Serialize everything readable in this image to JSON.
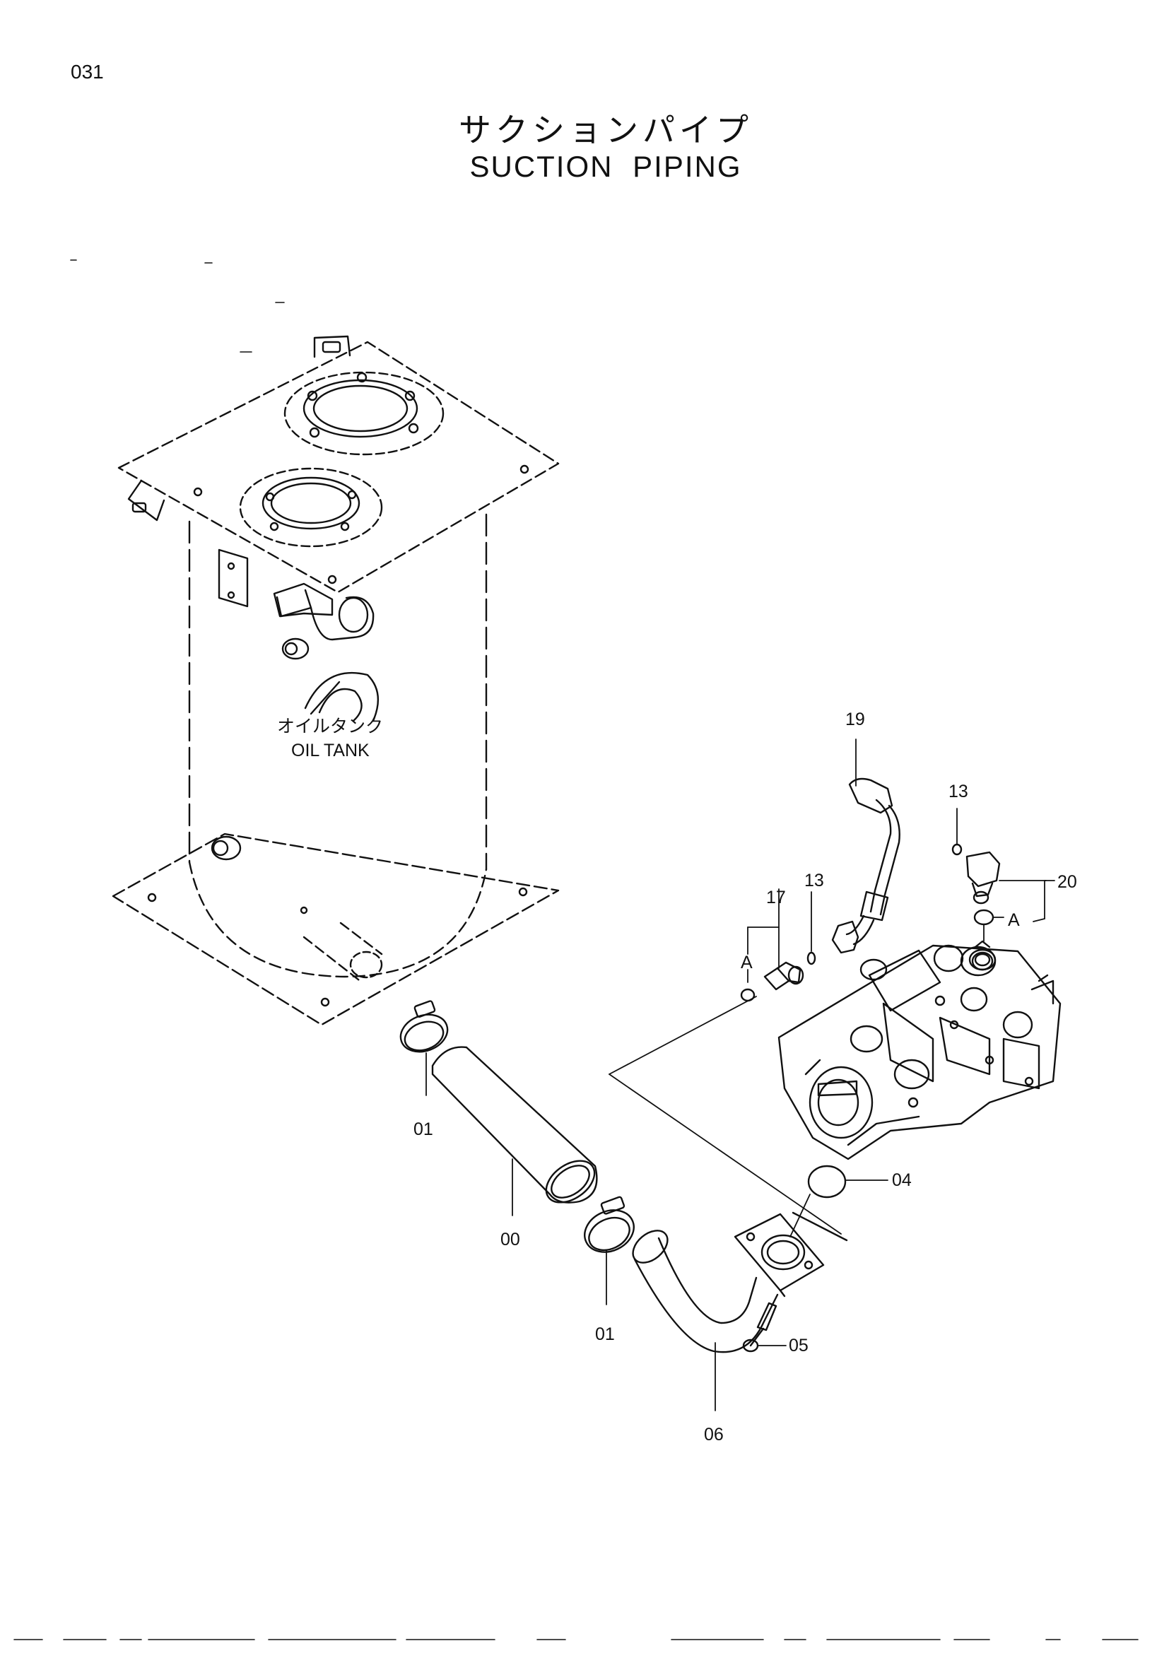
{
  "page": {
    "number": "031"
  },
  "title": {
    "japanese": "サクションパイプ",
    "english": "SUCTION PIPING"
  },
  "oil_tank": {
    "label_jp": "オイルタンク",
    "label_en": "OIL TANK"
  },
  "callouts": {
    "c01a": "01",
    "c00": "00",
    "c01b": "01",
    "c06": "06",
    "c05": "05",
    "c04": "04",
    "c17": "17",
    "c13a": "13",
    "c19": "19",
    "c13b": "13",
    "c20": "20",
    "detail_a1": "A",
    "detail_a2": "A"
  }
}
